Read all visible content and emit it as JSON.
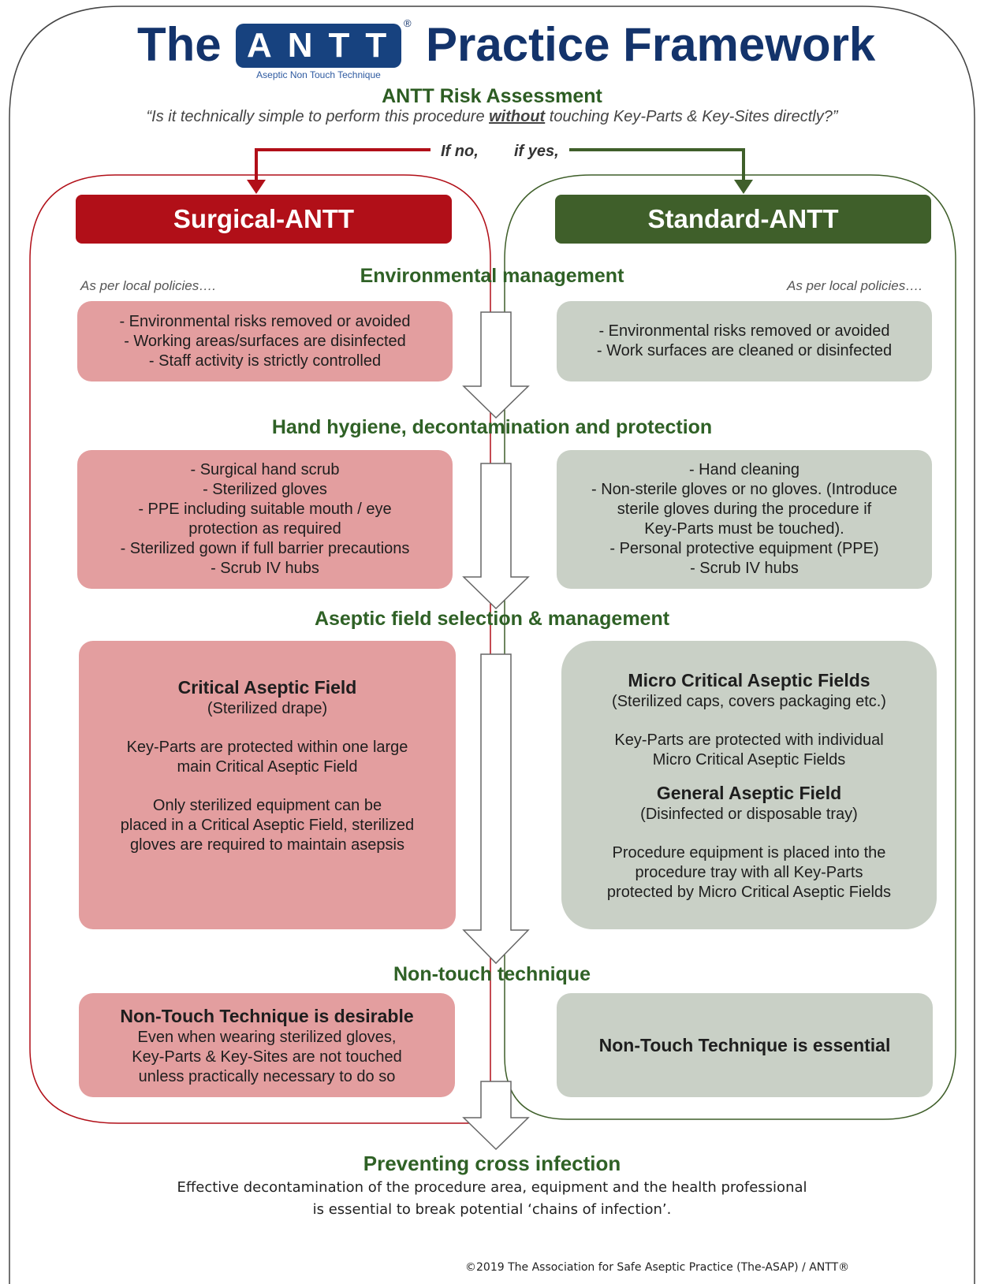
{
  "header": {
    "title_the": "The",
    "logo_text": "ANTT",
    "logo_reg": "®",
    "logo_subtitle": "Aseptic Non Touch Technique",
    "title_rest": "Practice Framework"
  },
  "risk": {
    "title": "ANTT Risk Assessment",
    "question_pre": "“Is it technically simple to perform this procedure ",
    "question_em": "without",
    "question_post": " touching Key-Parts & Key-Sites directly?”",
    "if_no": "If no,",
    "if_yes": "if yes,"
  },
  "columns": {
    "surgical": "Surgical-ANTT",
    "standard": "Standard-ANTT"
  },
  "colors": {
    "surgical_header": "#b10f18",
    "standard_header": "#3f5f2a",
    "surgical_box": "#e39e9f",
    "standard_box": "#c9d0c6",
    "title_navy": "#13336b",
    "section_green": "#2f6126"
  },
  "sections": {
    "environment": {
      "title": "Environmental management",
      "policy_left": "As per local policies….",
      "policy_right": "As per local policies….",
      "surgical": [
        "- Environmental risks removed or avoided",
        "- Working areas/surfaces are disinfected",
        "- Staff activity is strictly controlled"
      ],
      "standard": [
        "- Environmental risks removed or avoided",
        "- Work surfaces are cleaned or disinfected"
      ]
    },
    "hand": {
      "title": "Hand hygiene, decontamination and protection",
      "surgical": [
        "- Surgical hand scrub",
        "- Sterilized gloves",
        "- PPE including suitable mouth / eye",
        "protection as required",
        "- Sterilized gown if full barrier precautions",
        "- Scrub IV hubs"
      ],
      "standard": [
        "- Hand cleaning",
        "- Non-sterile gloves or no gloves. (Introduce",
        "sterile gloves during the procedure if",
        "Key-Parts must be touched).",
        "- Personal protective equipment (PPE)",
        "- Scrub IV hubs"
      ]
    },
    "field": {
      "title": "Aseptic field selection & management",
      "surgical": {
        "heading": "Critical Aseptic Field",
        "sub": "(Sterilized drape)",
        "para1": [
          "Key-Parts are protected within one large",
          "main Critical Aseptic Field"
        ],
        "para2": [
          "Only sterilized equipment can be",
          "placed in a Critical Aseptic Field, sterilized",
          "gloves are required to maintain asepsis"
        ]
      },
      "standard": {
        "heading1": "Micro Critical Aseptic Fields",
        "sub1": "(Sterilized caps, covers packaging etc.)",
        "para1": [
          "Key-Parts are protected with individual",
          "Micro Critical Aseptic Fields"
        ],
        "heading2": "General Aseptic Field",
        "sub2": "(Disinfected or disposable tray)",
        "para2": [
          "Procedure equipment is placed into the",
          "procedure tray with all Key-Parts",
          "protected by Micro Critical Aseptic Fields"
        ]
      }
    },
    "touch": {
      "title": "Non-touch technique",
      "surgical": {
        "heading": "Non-Touch Technique is desirable",
        "lines": [
          "Even when wearing sterilized gloves,",
          "Key-Parts & Key-Sites are not touched",
          "unless practically necessary to do so"
        ]
      },
      "standard": {
        "heading": "Non-Touch Technique is essential"
      }
    }
  },
  "footer": {
    "title": "Preventing cross infection",
    "line1": "Effective decontamination of the procedure area, equipment and the health professional",
    "line2": "is essential to break potential ‘chains of infection’.",
    "copyright": "©2019 The Association for Safe Aseptic Practice (The-ASAP) / ANTT®"
  }
}
